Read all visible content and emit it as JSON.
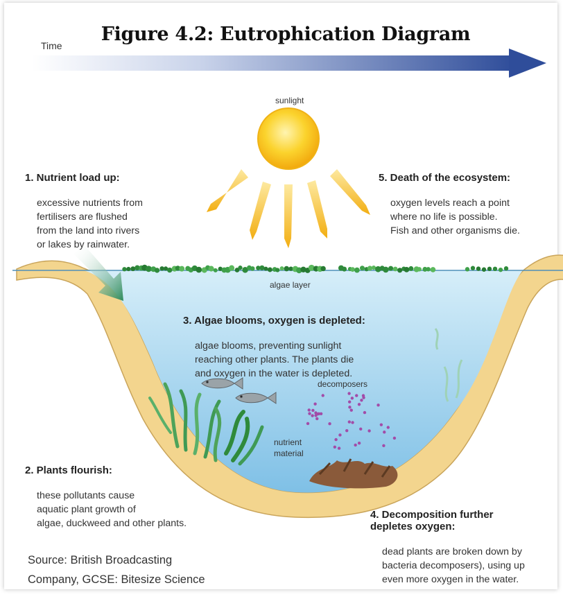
{
  "title": "Figure 4.2: Eutrophication Diagram",
  "time_label": "Time",
  "sunlight_label": "sunlight",
  "algae_layer_label": "algae layer",
  "decomposers_label": "decomposers",
  "nutrient_material_label": "nutrient\nmaterial",
  "stages": [
    {
      "title": "1. Nutrient load up:",
      "body": "excessive nutrients from\nfertilisers are flushed\nfrom the land into rivers\nor lakes by rainwater."
    },
    {
      "title": "2. Plants flourish:",
      "body": "these pollutants cause\naquatic plant growth of\nalgae, duckweed and other plants."
    },
    {
      "title": "3. Algae blooms, oxygen is depleted:",
      "body": "algae blooms, preventing sunlight\nreaching other plants. The plants die\nand oxygen in the water is depleted."
    },
    {
      "title": "4. Decomposition further\n    depletes oxygen:",
      "body": "dead plants are broken down by\nbacteria decomposers), using up\neven more oxygen in the water."
    },
    {
      "title": "5. Death of the ecosystem:",
      "body": "oxygen levels reach a point\nwhere no life is possible.\nFish and other organisms die."
    }
  ],
  "source": "Source: British Broadcasting\nCompany, GCSE: Bitesize Science",
  "colors": {
    "time_arrow": "#2f4d9a",
    "sun": "#f7c21a",
    "sun_rays": "#f5b921",
    "water_top": "#d6eef9",
    "water_bottom": "#8fc9ea",
    "bank": "#f3d58e",
    "algae": "#2f8a3b",
    "nutrient_arrow": "#2d8a5a",
    "decomposers": "#a24ca8",
    "plants": "#3f9a55",
    "fish": "#9aa3a8",
    "dead_matter": "#8a5a3a"
  }
}
